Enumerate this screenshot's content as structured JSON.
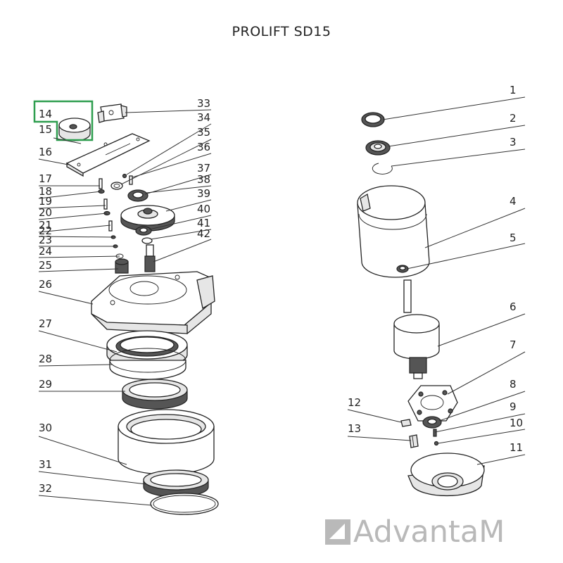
{
  "title": "PROLIFT SD15",
  "callouts": {
    "c1": "1",
    "c2": "2",
    "c3": "3",
    "c4": "4",
    "c5": "5",
    "c6": "6",
    "c7": "7",
    "c8": "8",
    "c9": "9",
    "c10": "10",
    "c11": "11",
    "c12": "12",
    "c13": "13",
    "c14": "14",
    "c15": "15",
    "c16": "16",
    "c17": "17",
    "c18": "18",
    "c19": "19",
    "c20": "20",
    "c21": "21",
    "c22": "22",
    "c23": "23",
    "c24": "24",
    "c25": "25",
    "c26": "26",
    "c27": "27",
    "c28": "28",
    "c29": "29",
    "c30": "30",
    "c31": "31",
    "c32": "32",
    "c33": "33",
    "c34": "34",
    "c35": "35",
    "c36": "36",
    "c37": "37",
    "c38": "38",
    "c39": "39",
    "c40": "40",
    "c41": "41",
    "c42": "42"
  },
  "highlight": {
    "parts": "14-15",
    "color": "#2e9e4f"
  },
  "watermark": {
    "text": "AdvantaM",
    "color": "#b9b9b9"
  }
}
